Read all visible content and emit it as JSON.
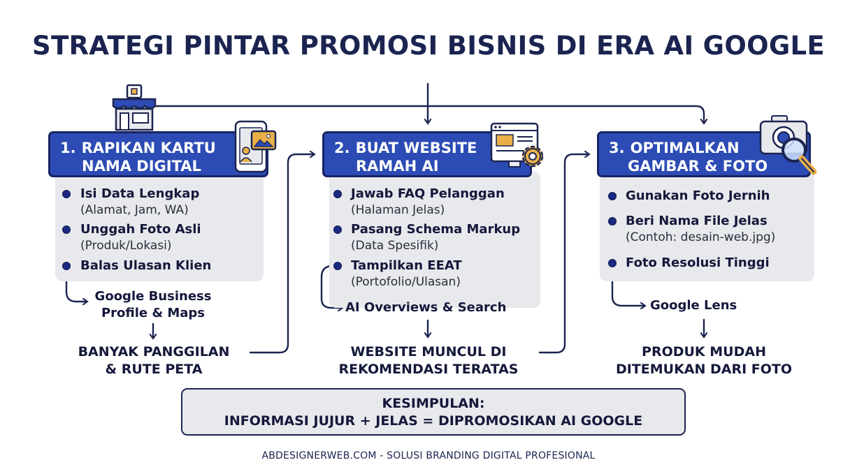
{
  "title": "STRATEGI PINTAR PROMOSI BISNIS DI ERA AI GOOGLE",
  "icons": [
    "store-icon",
    "smartphone-profile-icon",
    "website-settings-icon",
    "camera-magnifier-icon"
  ],
  "colors": {
    "header_blue": "#2c4bb4",
    "navy": "#1b2450",
    "panel_gray": "#e8e9ed"
  },
  "steps": [
    {
      "number": "1.",
      "title_line1": "RAPIKAN KARTU",
      "title_line2": "NAMA DIGITAL",
      "bullets": [
        {
          "text": "Isi Data Lengkap",
          "sub": "(Alamat, Jam, WA)"
        },
        {
          "text": "Unggah Foto Asli",
          "sub": "(Produk/Lokasi)"
        },
        {
          "text": "Balas Ulasan Klien",
          "sub": ""
        }
      ],
      "channel_line1": "Google Business",
      "channel_line2": "Profile & Maps",
      "result_line1": "BANYAK PANGGILAN",
      "result_line2": "& RUTE PETA"
    },
    {
      "number": "2.",
      "title_line1": "BUAT WEBSITE",
      "title_line2": "RAMAH AI",
      "bullets": [
        {
          "text": "Jawab FAQ Pelanggan",
          "sub": "(Halaman Jelas)"
        },
        {
          "text": "Pasang Schema Markup",
          "sub": "(Data Spesifik)"
        },
        {
          "text": "Tampilkan EEAT",
          "sub": "(Portofolio/Ulasan)"
        }
      ],
      "channel_line1": "AI Overviews & Search",
      "channel_line2": "",
      "result_line1": "WEBSITE MUNCUL DI",
      "result_line2": "REKOMENDASI TERATAS"
    },
    {
      "number": "3.",
      "title_line1": "OPTIMALKAN",
      "title_line2": "GAMBAR & FOTO",
      "bullets": [
        {
          "text": "Gunakan Foto Jernih",
          "sub": ""
        },
        {
          "text": "Beri Nama File Jelas",
          "sub": "(Contoh: desain-web.jpg)"
        },
        {
          "text": "Foto Resolusi Tinggi",
          "sub": ""
        }
      ],
      "channel_line1": "Google Lens",
      "channel_line2": "",
      "result_line1": "PRODUK MUDAH",
      "result_line2": "DITEMUKAN DARI FOTO"
    }
  ],
  "conclusion": {
    "line1": "KESIMPULAN:",
    "line2": "INFORMASI JUJUR + JELAS = DIPROMOSIKAN AI GOOGLE"
  },
  "footer": "ABDESIGNERWEB.COM - SOLUSI BRANDING DIGITAL PROFESIONAL"
}
